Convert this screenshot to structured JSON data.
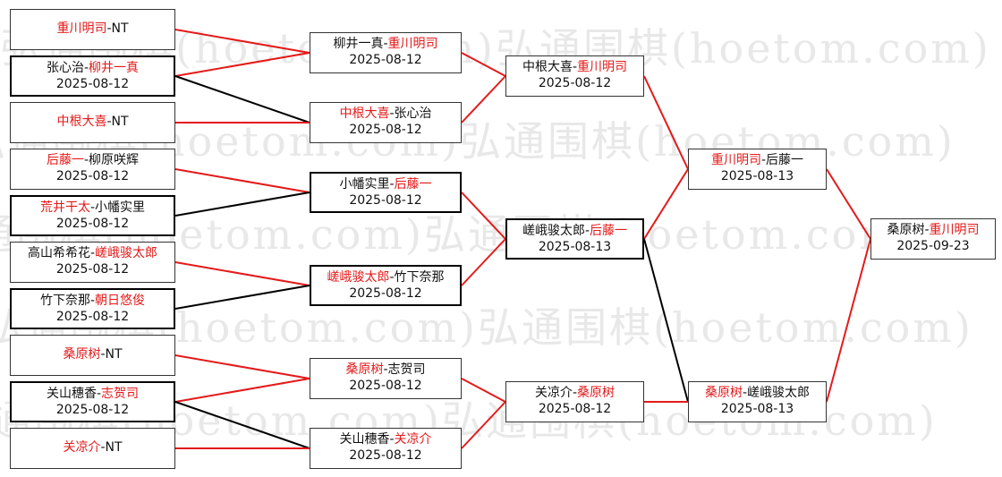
{
  "watermark": "弘通围棋(hoetom.com)",
  "colors": {
    "winner_text": "#e41a1a",
    "winner_line": "#e41a1a",
    "loser_line": "#000000"
  },
  "rounds": {
    "r1": [
      {
        "id": "m1",
        "p1": "重川明司",
        "p2": "NT",
        "winner": 1,
        "date": ""
      },
      {
        "id": "m2",
        "p1": "张心治",
        "p2": "柳井一真",
        "winner": 2,
        "date": "2025-08-12"
      },
      {
        "id": "m3",
        "p1": "中根大喜",
        "p2": "NT",
        "winner": 1,
        "date": ""
      },
      {
        "id": "m4",
        "p1": "后藤一",
        "p2": "柳原咲辉",
        "winner": 1,
        "date": "2025-08-12"
      },
      {
        "id": "m5",
        "p1": "荒井干太",
        "p2": "小幡实里",
        "winner": 1,
        "date": "2025-08-12"
      },
      {
        "id": "m6",
        "p1": "高山希希花",
        "p2": "嵯峨骏太郎",
        "winner": 2,
        "date": "2025-08-12"
      },
      {
        "id": "m7",
        "p1": "竹下奈那",
        "p2": "朝日悠俊",
        "winner": 2,
        "date": "2025-08-12"
      },
      {
        "id": "m8",
        "p1": "桑原树",
        "p2": "NT",
        "winner": 1,
        "date": ""
      },
      {
        "id": "m9",
        "p1": "关山穗香",
        "p2": "志贺司",
        "winner": 2,
        "date": "2025-08-12"
      },
      {
        "id": "m10",
        "p1": "关凉介",
        "p2": "NT",
        "winner": 1,
        "date": ""
      }
    ],
    "r2": [
      {
        "id": "n1",
        "p1": "柳井一真",
        "p2": "重川明司",
        "winner": 2,
        "date": "2025-08-12"
      },
      {
        "id": "n2",
        "p1": "中根大喜",
        "p2": "张心治",
        "winner": 1,
        "date": "2025-08-12"
      },
      {
        "id": "n3",
        "p1": "小幡实里",
        "p2": "后藤一",
        "winner": 2,
        "date": "2025-08-12"
      },
      {
        "id": "n4",
        "p1": "嵯峨骏太郎",
        "p2": "竹下奈那",
        "winner": 1,
        "date": "2025-08-12"
      },
      {
        "id": "n5",
        "p1": "桑原树",
        "p2": "志贺司",
        "winner": 1,
        "date": "2025-08-12"
      },
      {
        "id": "n6",
        "p1": "关山穗香",
        "p2": "关凉介",
        "winner": 2,
        "date": "2025-08-12"
      }
    ],
    "r3": [
      {
        "id": "o1",
        "p1": "中根大喜",
        "p2": "重川明司",
        "winner": 2,
        "date": "2025-08-12"
      },
      {
        "id": "o2",
        "p1": "嵯峨骏太郎",
        "p2": "后藤一",
        "winner": 2,
        "date": "2025-08-13"
      },
      {
        "id": "o3",
        "p1": "关凉介",
        "p2": "桑原树",
        "winner": 2,
        "date": "2025-08-12"
      }
    ],
    "r4": [
      {
        "id": "q1",
        "p1": "重川明司",
        "p2": "后藤一",
        "winner": 1,
        "date": "2025-08-13"
      },
      {
        "id": "q2",
        "p1": "桑原树",
        "p2": "嵯峨骏太郎",
        "winner": 1,
        "date": "2025-08-13"
      }
    ],
    "r5": [
      {
        "id": "f1",
        "p1": "桑原树",
        "p2": "重川明司",
        "winner": 2,
        "date": "2025-09-23"
      }
    ]
  }
}
